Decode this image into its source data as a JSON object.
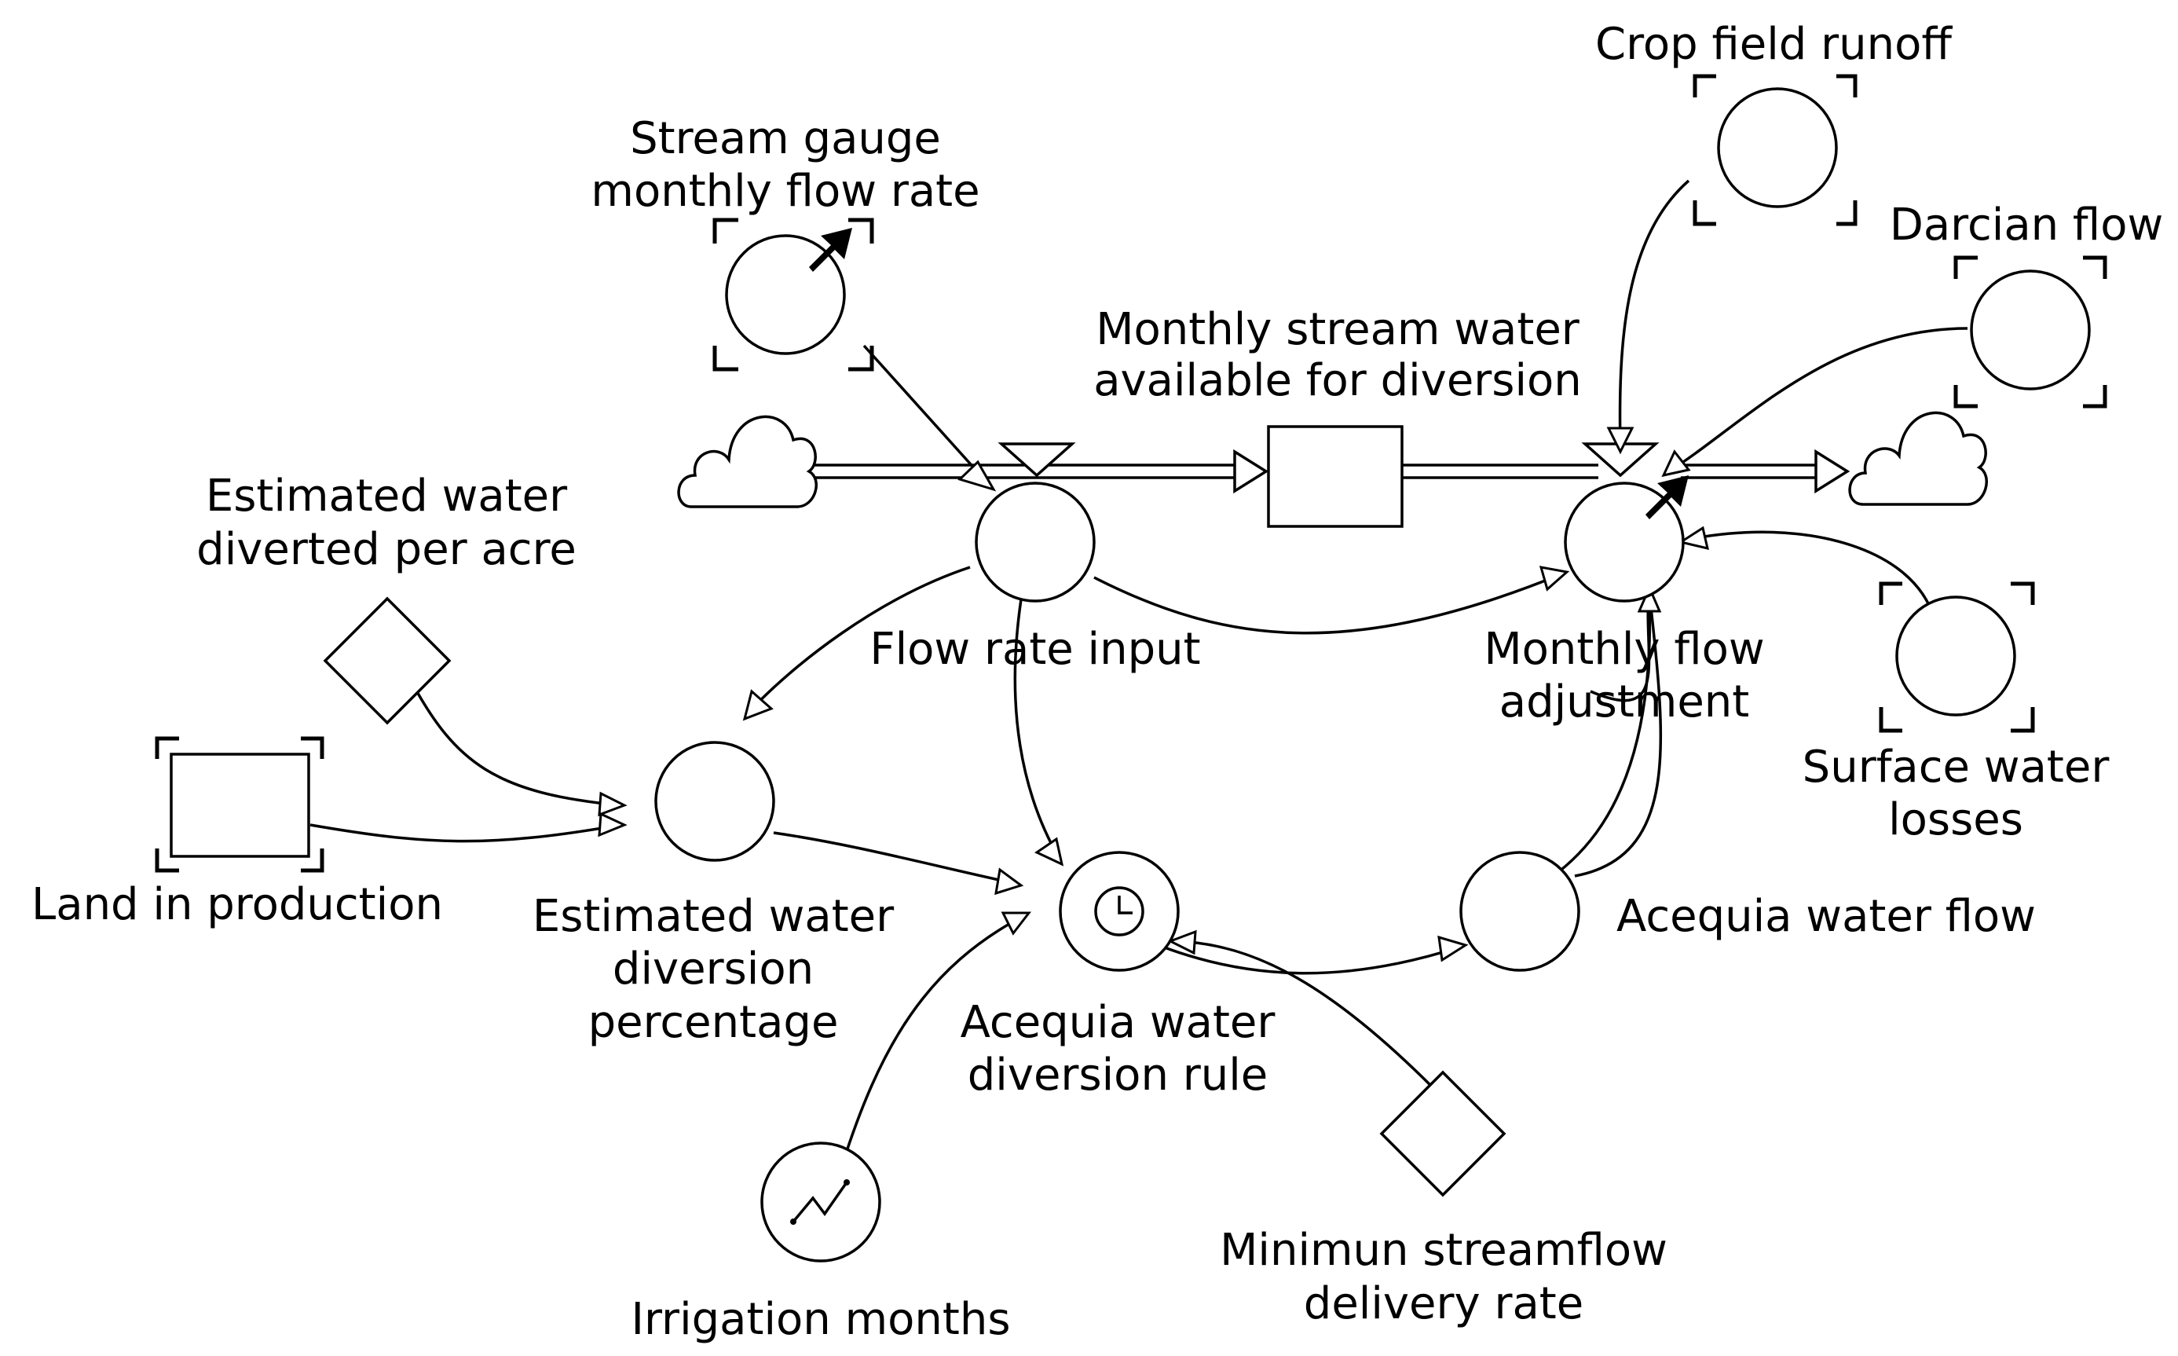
{
  "diagram": {
    "labels": {
      "crop_field_runoff": "Crop field runoff",
      "stream_gauge_1": "Stream gauge",
      "stream_gauge_2": "monthly flow rate",
      "darcian_flow": "Darcian flow",
      "stock_1": "Monthly stream water",
      "stock_2": "available for diversion",
      "est_diverted_1": "Estimated water",
      "est_diverted_2": "diverted per acre",
      "flow_rate_input": "Flow rate input",
      "monthly_adj_1": "Monthly flow",
      "monthly_adj_2": "adjustment",
      "surface_losses_1": "Surface water",
      "surface_losses_2": "losses",
      "land_in_production": "Land in production",
      "est_pct_1": "Estimated water",
      "est_pct_2": "diversion",
      "est_pct_3": "percentage",
      "acequia_flow": "Acequia water flow",
      "diversion_rule_1": "Acequia water",
      "diversion_rule_2": "diversion rule",
      "min_streamflow_1": "Minimun streamflow",
      "min_streamflow_2": "delivery rate",
      "irrigation_months": "Irrigation months"
    }
  }
}
